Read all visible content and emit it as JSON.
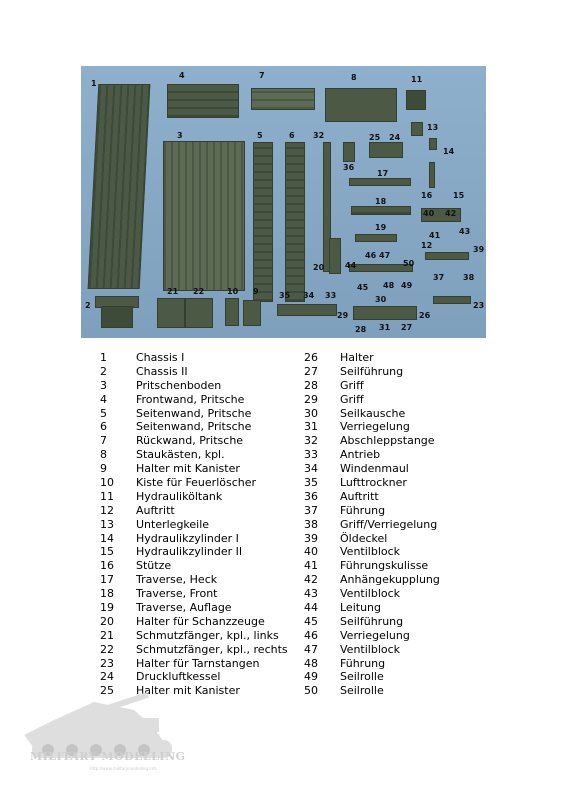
{
  "photo_labels": [
    "1",
    "4",
    "7",
    "8",
    "11",
    "13",
    "3",
    "5",
    "6",
    "32",
    "25",
    "24",
    "36",
    "17",
    "14",
    "16",
    "15",
    "18",
    "40",
    "42",
    "43",
    "19",
    "20",
    "46",
    "47",
    "50",
    "12",
    "39",
    "41",
    "44",
    "45",
    "48",
    "49",
    "37",
    "38",
    "2",
    "21",
    "22",
    "10",
    "9",
    "35",
    "34",
    "33",
    "30",
    "23",
    "29",
    "31",
    "26",
    "28",
    "27"
  ],
  "legend_left": [
    {
      "n": "1",
      "label": "Chassis I"
    },
    {
      "n": "2",
      "label": "Chassis II"
    },
    {
      "n": "3",
      "label": "Pritschenboden"
    },
    {
      "n": "4",
      "label": "Frontwand, Pritsche"
    },
    {
      "n": "5",
      "label": "Seitenwand, Pritsche"
    },
    {
      "n": "6",
      "label": "Seitenwand, Pritsche"
    },
    {
      "n": "7",
      "label": "Rückwand, Pritsche"
    },
    {
      "n": "8",
      "label": "Staukästen, kpl."
    },
    {
      "n": "9",
      "label": "Halter mit Kanister"
    },
    {
      "n": "10",
      "label": "Kiste für Feuerlöscher"
    },
    {
      "n": "11",
      "label": "Hydrauliköltank"
    },
    {
      "n": "12",
      "label": "Auftritt"
    },
    {
      "n": "13",
      "label": "Unterlegkeile"
    },
    {
      "n": "14",
      "label": "Hydraulikzylinder I"
    },
    {
      "n": "15",
      "label": "Hydraulikzylinder II"
    },
    {
      "n": "16",
      "label": "Stütze"
    },
    {
      "n": "17",
      "label": "Traverse, Heck"
    },
    {
      "n": "18",
      "label": "Traverse, Front"
    },
    {
      "n": "19",
      "label": "Traverse, Auflage"
    },
    {
      "n": "20",
      "label": "Halter für Schanzzeuge"
    },
    {
      "n": "21",
      "label": "Schmutzfänger, kpl., links"
    },
    {
      "n": "22",
      "label": "Schmutzfänger, kpl., rechts"
    },
    {
      "n": "23",
      "label": "Halter für Tarnstangen"
    },
    {
      "n": "24",
      "label": "Druckluftkessel"
    },
    {
      "n": "25",
      "label": "Halter mit Kanister"
    }
  ],
  "legend_right": [
    {
      "n": "26",
      "label": "Halter"
    },
    {
      "n": "27",
      "label": "Seilführung"
    },
    {
      "n": "28",
      "label": "Griff"
    },
    {
      "n": "29",
      "label": "Griff"
    },
    {
      "n": "30",
      "label": "Seilkausche"
    },
    {
      "n": "31",
      "label": "Verriegelung"
    },
    {
      "n": "32",
      "label": "Abschleppstange"
    },
    {
      "n": "33",
      "label": "Antrieb"
    },
    {
      "n": "34",
      "label": "Windenmaul"
    },
    {
      "n": "35",
      "label": "Lufttrockner"
    },
    {
      "n": "36",
      "label": "Auftritt"
    },
    {
      "n": "37",
      "label": "Führung"
    },
    {
      "n": "38",
      "label": "Griff/Verriegelung"
    },
    {
      "n": "39",
      "label": "Öldeckel"
    },
    {
      "n": "40",
      "label": "Ventilblock"
    },
    {
      "n": "41",
      "label": "Führungskulisse"
    },
    {
      "n": "42",
      "label": "Anhängekupplung"
    },
    {
      "n": "43",
      "label": "Ventilblock"
    },
    {
      "n": "44",
      "label": "Leitung"
    },
    {
      "n": "45",
      "label": "Seilführung"
    },
    {
      "n": "46",
      "label": "Verriegelung"
    },
    {
      "n": "47",
      "label": "Ventilblock"
    },
    {
      "n": "48",
      "label": "Führung"
    },
    {
      "n": "49",
      "label": "Seilrolle"
    },
    {
      "n": "50",
      "label": "Seilrolle"
    }
  ],
  "watermark": {
    "brand": "MILITARY MODELLING",
    "url": "http://www.militarymodelling.info"
  },
  "colors": {
    "photo_background": "#86a8c4",
    "part": "#4c5a45",
    "legend_text": "#000000"
  }
}
